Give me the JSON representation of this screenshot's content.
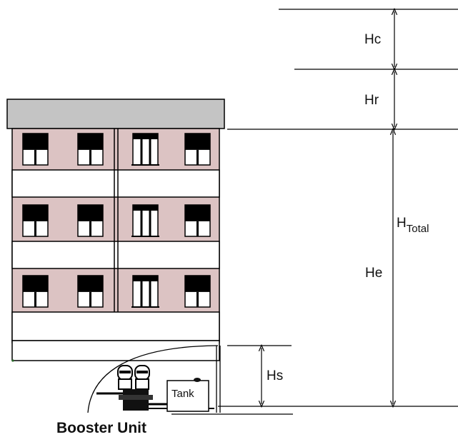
{
  "labels": {
    "hc": "Hc",
    "hr": "Hr",
    "he": "He",
    "hs": "Hs",
    "h_total_main": "H",
    "h_total_sub": "Total",
    "tank": "Tank",
    "booster_unit": "Booster Unit"
  },
  "colors": {
    "wall": "#dcc3c3",
    "roof": "#c4c4c4",
    "window": "#000000",
    "line": "#000000",
    "band": "#ffffff"
  },
  "building": {
    "floors": 3,
    "windows_per_floor": 4
  }
}
